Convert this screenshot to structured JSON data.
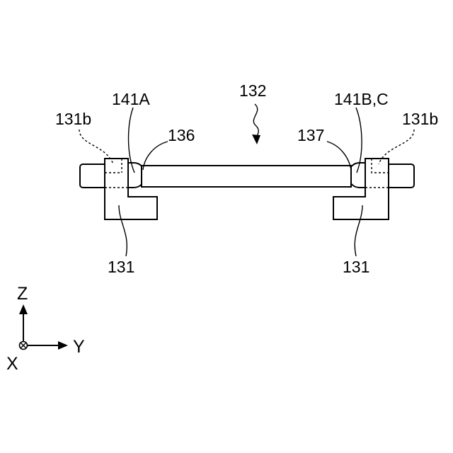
{
  "labels": {
    "center_member": "132",
    "left_bearing": "141A",
    "right_bearing": "141B,C",
    "left_notch": "131b",
    "right_notch": "131b",
    "left_end": "136",
    "right_end": "137",
    "left_holder": "131",
    "right_holder": "131"
  },
  "axes": {
    "z": "Z",
    "y": "Y",
    "x": "X"
  }
}
